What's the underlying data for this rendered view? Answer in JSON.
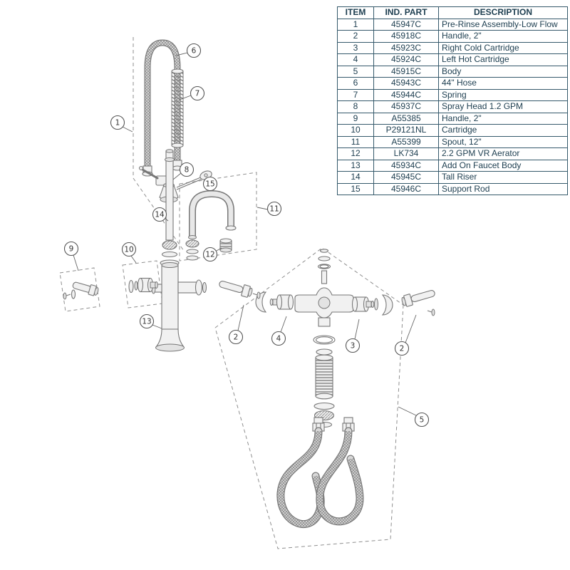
{
  "table": {
    "headers": {
      "item": "ITEM",
      "part": "IND. PART",
      "description": "DESCRIPTION"
    },
    "rows": [
      {
        "item": "1",
        "part": "45947C",
        "description": "Pre-Rinse Assembly-Low Flow"
      },
      {
        "item": "2",
        "part": "45918C",
        "description": "Handle, 2\""
      },
      {
        "item": "3",
        "part": "45923C",
        "description": "Right Cold Cartridge"
      },
      {
        "item": "4",
        "part": "45924C",
        "description": "Left Hot Cartridge"
      },
      {
        "item": "5",
        "part": "45915C",
        "description": "Body"
      },
      {
        "item": "6",
        "part": "45943C",
        "description": "44\" Hose"
      },
      {
        "item": "7",
        "part": "45944C",
        "description": "Spring"
      },
      {
        "item": "8",
        "part": "45937C",
        "description": "Spray Head 1.2 GPM"
      },
      {
        "item": "9",
        "part": "A55385",
        "description": "Handle, 2\""
      },
      {
        "item": "10",
        "part": "P29121NL",
        "description": "Cartridge"
      },
      {
        "item": "11",
        "part": "A55399",
        "description": "Spout, 12\""
      },
      {
        "item": "12",
        "part": "LK734",
        "description": "2.2 GPM VR Aerator"
      },
      {
        "item": "13",
        "part": "45934C",
        "description": "Add On Faucet Body"
      },
      {
        "item": "14",
        "part": "45945C",
        "description": "Tall Riser"
      },
      {
        "item": "15",
        "part": "45946C",
        "description": "Support Rod"
      }
    ]
  },
  "callouts": {
    "1": "1",
    "2": "2",
    "3": "3",
    "4": "4",
    "5": "5",
    "6": "6",
    "7": "7",
    "8": "8",
    "9": "9",
    "10": "10",
    "11": "11",
    "12": "12",
    "13": "13",
    "14": "14",
    "15": "15"
  },
  "colors": {
    "table_text": "#1c3d4f",
    "table_border": "#35596b",
    "line": "#777777"
  }
}
